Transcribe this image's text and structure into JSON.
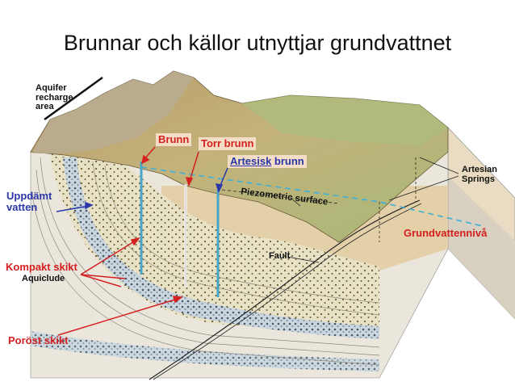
{
  "title": "Brunnar och källor utnyttjar grundvattnet",
  "labels": {
    "aquifer_recharge_area": "Aquifer recharge area",
    "brunn": "Brunn",
    "torr_brunn": "Torr brunn",
    "artesisk_underlined": "Artesisk",
    "artesisk_rest": " brunn",
    "piezometric_surface": "Piezometric surface",
    "artesian_springs": "Artesian Springs",
    "uppdamt_vatten": "Uppdämt vatten",
    "grundvattenniva": "Grundvattennivå",
    "fault": "Fault",
    "kompakt_skikt": "Kompakt skikt",
    "aquiclude": "Aquiclude",
    "porost_skikt": "Poröst skikt"
  },
  "colors": {
    "red_label": "#d42020",
    "blue_label": "#2a37a8",
    "water_level_line": "#3fb0d8",
    "label_box": "#f3ddc4"
  }
}
